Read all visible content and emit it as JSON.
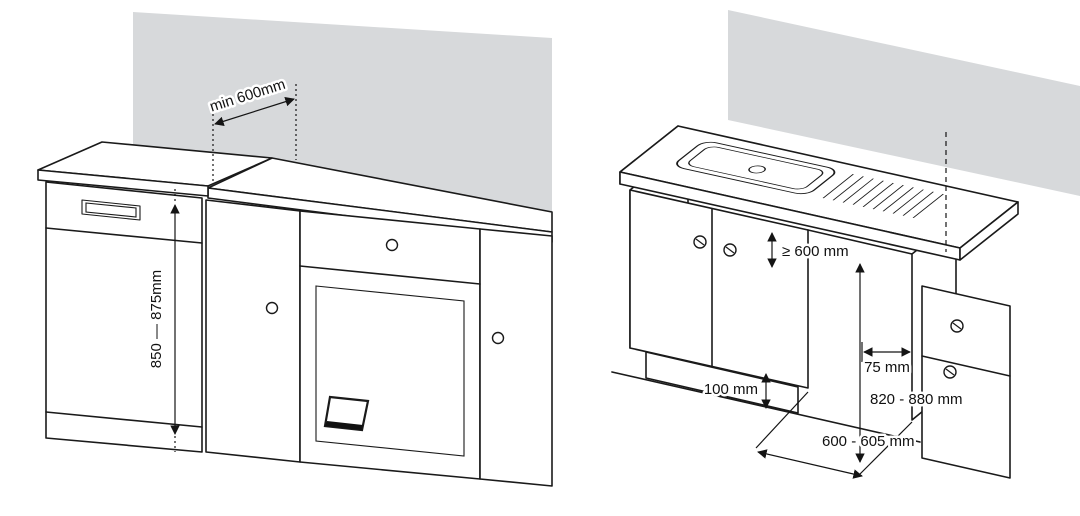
{
  "colors": {
    "background": "#ffffff",
    "wall": "#d7d9db",
    "line": "#1a1a1a",
    "text": "#111111"
  },
  "diagrams": {
    "left": {
      "labels": {
        "worktop_depth": "min 600mm",
        "appliance_height": "850 — 875mm"
      }
    },
    "right": {
      "labels": {
        "counter_depth": "≥ 600 mm",
        "plinth_height": "100 mm",
        "side_gap": "75 mm",
        "niche_height": "820 - 880 mm",
        "niche_width": "600 - 605 mm"
      }
    }
  }
}
